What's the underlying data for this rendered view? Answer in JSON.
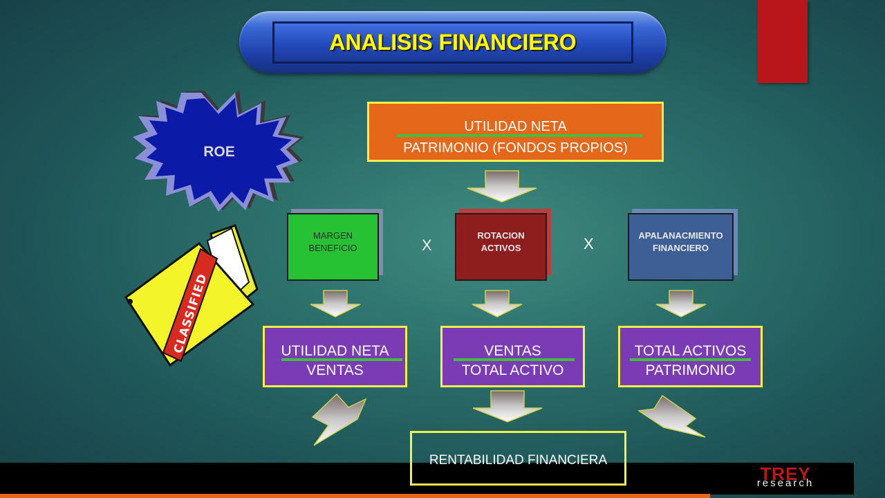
{
  "title": "ANALISIS FINANCIERO",
  "starburst": {
    "label": "ROE"
  },
  "folder": {
    "stamp": "CLASSIFIED"
  },
  "formula": {
    "numerator": "UTILIDAD NETA",
    "denominator": "PATRIMONIO (FONDOS PROPIOS)"
  },
  "factors": [
    {
      "label": "MARGEN BENEFICIO"
    },
    {
      "label": "ROTACION ACTIVOS"
    },
    {
      "label": "APALANACMIENTO FINANCIERO"
    }
  ],
  "operator": "X",
  "ratios": [
    {
      "numerator": "UTILIDAD NETA",
      "denominator": "VENTAS"
    },
    {
      "numerator": "VENTAS",
      "denominator": "TOTAL ACTIVO"
    },
    {
      "numerator": "TOTAL ACTIVOS",
      "denominator": "PATRIMONIO"
    }
  ],
  "result": "RENTABILIDAD FINANCIERA",
  "brand": {
    "name": "TREY",
    "sub": "research"
  },
  "colors": {
    "background": "#2b6e6a",
    "title_text": "#ffff00",
    "formula_box": "#e5671a",
    "ratio_box": "#7a3bb4",
    "box_border": "#f4f04b",
    "margen": "#26c234",
    "rotacion": "#8e1e1e",
    "apalancamiento": "#3d5f96",
    "accent_red": "#b8161a"
  }
}
